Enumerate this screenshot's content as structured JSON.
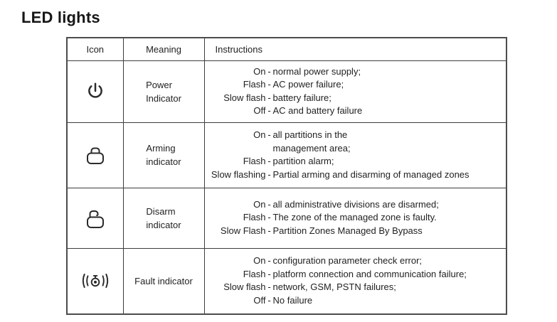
{
  "page_title": "LED lights",
  "colors": {
    "text": "#1f1f1f",
    "border": "#3d3d3d",
    "background": "#ffffff"
  },
  "table": {
    "dash": "-",
    "headers": [
      "Icon",
      "Meaning",
      "Instructions"
    ],
    "rows": [
      {
        "icon": "power-icon",
        "meaning": "Power\nIndicator",
        "instructions": [
          {
            "state": "On",
            "desc": "normal power supply;"
          },
          {
            "state": "Flash",
            "desc": "AC power failure;"
          },
          {
            "state": "Slow flash",
            "desc": "battery failure;"
          },
          {
            "state": "Off",
            "desc": "AC and battery failure"
          }
        ]
      },
      {
        "icon": "lock-closed-icon",
        "meaning": "Arming\nindicator",
        "instructions": [
          {
            "state": "On",
            "desc": "all partitions in the\nmanagement area;"
          },
          {
            "state": "Flash",
            "desc": "partition alarm;"
          },
          {
            "state": "Slow flashing",
            "desc": "Partial arming and disarming of managed zones"
          }
        ]
      },
      {
        "icon": "lock-open-icon",
        "meaning": "Disarm\nindicator",
        "instructions": [
          {
            "state": "On",
            "desc": "all administrative divisions are disarmed;"
          },
          {
            "state": "Flash",
            "desc": "The zone of the managed zone is faulty."
          },
          {
            "state": "Slow Flash",
            "desc": "Partition Zones Managed By Bypass"
          }
        ]
      },
      {
        "icon": "fault-alarm-icon",
        "meaning": "Fault indicator",
        "instructions": [
          {
            "state": "On",
            "desc": "configuration parameter check error;"
          },
          {
            "state": "Flash",
            "desc": "platform connection and communication  failure;"
          },
          {
            "state": "Slow flash",
            "desc": "network, GSM, PSTN failures;"
          },
          {
            "state": "Off",
            "desc": "No failure"
          }
        ]
      }
    ]
  }
}
